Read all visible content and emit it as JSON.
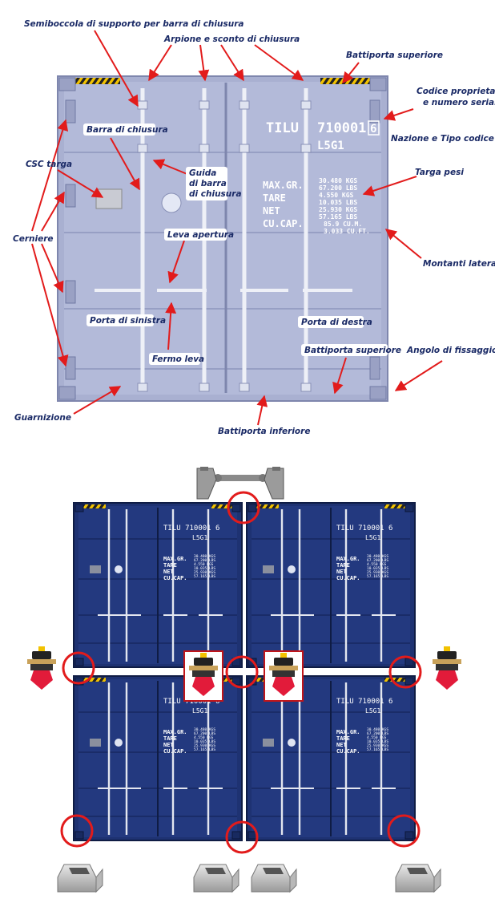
{
  "colors": {
    "container_light": "#a9b0d1",
    "container_dark": "#1e3272",
    "label_text": "#1a2a66",
    "arrow": "#e21b1b",
    "circle": "#e21b1b",
    "hazard_yellow": "#f2c200"
  },
  "diagram": {
    "labels": {
      "semiboccola": "Semiboccola di supporto per barra di chiusura",
      "arpione": "Arpione e sconto di chiusura",
      "battiporta_sup_top": "Battiporta superiore",
      "codice_line1": "Codice proprietario",
      "codice_line2": "e numero seriale",
      "nazione": "Nazione e Tipo codice",
      "targa_pesi": "Targa pesi",
      "montanti": "Montanti laterali",
      "angolo": "Angolo di fissaggio",
      "barra": "Barra di chiusura",
      "guida_line1": "Guida",
      "guida_line2": "di barra",
      "guida_line3": "di chiusura",
      "csc": "CSC targa",
      "cerniere": "Cerniere",
      "leva": "Leva apertura",
      "porta_sinistra": "Porta di sinistra",
      "porta_destra": "Porta di destra",
      "fermo": "Fermo leva",
      "battiporta_sup_inner": "Battiporta superiore",
      "battiporta_inf": "Battiporta inferiore",
      "guarnizione": "Guarnizione"
    },
    "container_markings": {
      "owner_code": "TILU",
      "serial": "710001",
      "check_digit": "6",
      "type_code": "L5G1",
      "weights_labels": [
        "MAX.GR.",
        "TARE",
        "NET",
        "CU.CAP."
      ],
      "weights_values": [
        "30.480 KGS",
        "67.200 LBS",
        "4.550 KGS",
        "10.035 LBS",
        "25.930 KGS",
        "57.165 LBS",
        "85.9 CU.M.",
        "3.033 CU.FT."
      ]
    }
  },
  "icons": [
    "lashing-bridge-clamp-icon",
    "twistlock-icon",
    "stacking-cone-icon",
    "highlight-circle-icon"
  ]
}
